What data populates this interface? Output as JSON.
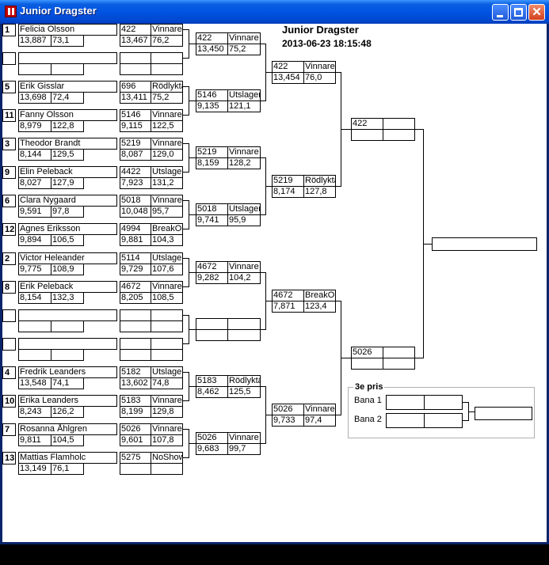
{
  "window": {
    "title": "Junior Dragster"
  },
  "header": {
    "title": "Junior Dragster",
    "datetime": "2013-06-23 18:15:48"
  },
  "round1": [
    {
      "seed": "1",
      "name": "Felicia Olsson",
      "et": "13,887",
      "speed": "73,1"
    },
    {
      "seed": "",
      "name": "",
      "et": "",
      "speed": ""
    },
    {
      "seed": "5",
      "name": "Erik Gisslar",
      "et": "13,698",
      "speed": "72,4"
    },
    {
      "seed": "11",
      "name": "Fanny Olsson",
      "et": "8,979",
      "speed": "122,8"
    },
    {
      "seed": "3",
      "name": "Theodor Brandt",
      "et": "8,144",
      "speed": "129,5"
    },
    {
      "seed": "9",
      "name": "Elin Peleback",
      "et": "8,027",
      "speed": "127,9"
    },
    {
      "seed": "6",
      "name": "Clara Nygaard",
      "et": "9,591",
      "speed": "97,8"
    },
    {
      "seed": "12",
      "name": "Agnes Eriksson",
      "et": "9,894",
      "speed": "106,5"
    },
    {
      "seed": "2",
      "name": "Victor Heleander",
      "et": "9,775",
      "speed": "108,9"
    },
    {
      "seed": "8",
      "name": "Erik Peleback",
      "et": "8,154",
      "speed": "132,3"
    },
    {
      "seed": "",
      "name": "",
      "et": "",
      "speed": ""
    },
    {
      "seed": "",
      "name": "",
      "et": "",
      "speed": ""
    },
    {
      "seed": "4",
      "name": "Fredrik Leanders",
      "et": "13,548",
      "speed": "74,1"
    },
    {
      "seed": "10",
      "name": "Erika Leanders",
      "et": "8,243",
      "speed": "126,2"
    },
    {
      "seed": "7",
      "name": "Rosanna Åhlgren",
      "et": "9,811",
      "speed": "104,5"
    },
    {
      "seed": "13",
      "name": "Mattias Flamholc",
      "et": "13,149",
      "speed": "76,1"
    }
  ],
  "round1_results": [
    {
      "num": "422",
      "status": "Vinnare",
      "et": "13,467",
      "speed": "76,2"
    },
    {
      "num": "",
      "status": "",
      "et": "",
      "speed": ""
    },
    {
      "num": "696",
      "status": "Rödlykta",
      "et": "13,411",
      "speed": "75,2"
    },
    {
      "num": "5146",
      "status": "Vinnare",
      "et": "9,115",
      "speed": "122,5"
    },
    {
      "num": "5219",
      "status": "Vinnare",
      "et": "8,087",
      "speed": "129,0"
    },
    {
      "num": "4422",
      "status": "Utslagen",
      "et": "7,923",
      "speed": "131,2"
    },
    {
      "num": "5018",
      "status": "Vinnare",
      "et": "10,048",
      "speed": "95,7"
    },
    {
      "num": "4994",
      "status": "BreakOut",
      "et": "9,881",
      "speed": "104,3"
    },
    {
      "num": "5114",
      "status": "Utslagen",
      "et": "9,729",
      "speed": "107,6"
    },
    {
      "num": "4672",
      "status": "Vinnare",
      "et": "8,205",
      "speed": "108,5"
    },
    {
      "num": "",
      "status": "",
      "et": "",
      "speed": ""
    },
    {
      "num": "",
      "status": "",
      "et": "",
      "speed": ""
    },
    {
      "num": "5182",
      "status": "Utslagen",
      "et": "13,602",
      "speed": "74,8"
    },
    {
      "num": "5183",
      "status": "Vinnare",
      "et": "8,199",
      "speed": "129,8"
    },
    {
      "num": "5026",
      "status": "Vinnare",
      "et": "9,601",
      "speed": "107,8"
    },
    {
      "num": "5275",
      "status": "NoShow",
      "et": "",
      "speed": ""
    }
  ],
  "round2": [
    {
      "num": "422",
      "status": "Vinnare",
      "et": "13,450",
      "speed": "75,2"
    },
    {
      "num": "5146",
      "status": "Utslagen",
      "et": "9,135",
      "speed": "121,1"
    },
    {
      "num": "5219",
      "status": "Vinnare",
      "et": "8,159",
      "speed": "128,2"
    },
    {
      "num": "5018",
      "status": "Utslagen",
      "et": "9,741",
      "speed": "95,9"
    },
    {
      "num": "4672",
      "status": "Vinnare",
      "et": "9,282",
      "speed": "104,2"
    },
    {
      "num": "",
      "status": "",
      "et": "",
      "speed": ""
    },
    {
      "num": "5183",
      "status": "Rödlykta",
      "et": "8,462",
      "speed": "125,5"
    },
    {
      "num": "5026",
      "status": "Vinnare",
      "et": "9,683",
      "speed": "99,7"
    }
  ],
  "round3": [
    {
      "num": "422",
      "status": "Vinnare",
      "et": "13,454",
      "speed": "76,0"
    },
    {
      "num": "5219",
      "status": "Rödlykta",
      "et": "8,174",
      "speed": "127,8"
    },
    {
      "num": "4672",
      "status": "BreakOut",
      "et": "7,871",
      "speed": "123,4"
    },
    {
      "num": "5026",
      "status": "Vinnare",
      "et": "9,733",
      "speed": "97,4"
    }
  ],
  "semi": [
    {
      "num": "422",
      "status": "",
      "et": "",
      "speed": ""
    },
    {
      "num": "5026",
      "status": "",
      "et": "",
      "speed": ""
    }
  ],
  "final": {
    "value": ""
  },
  "third_place": {
    "label": "3e pris",
    "lane1": "Bana 1",
    "lane2": "Bana 2"
  }
}
